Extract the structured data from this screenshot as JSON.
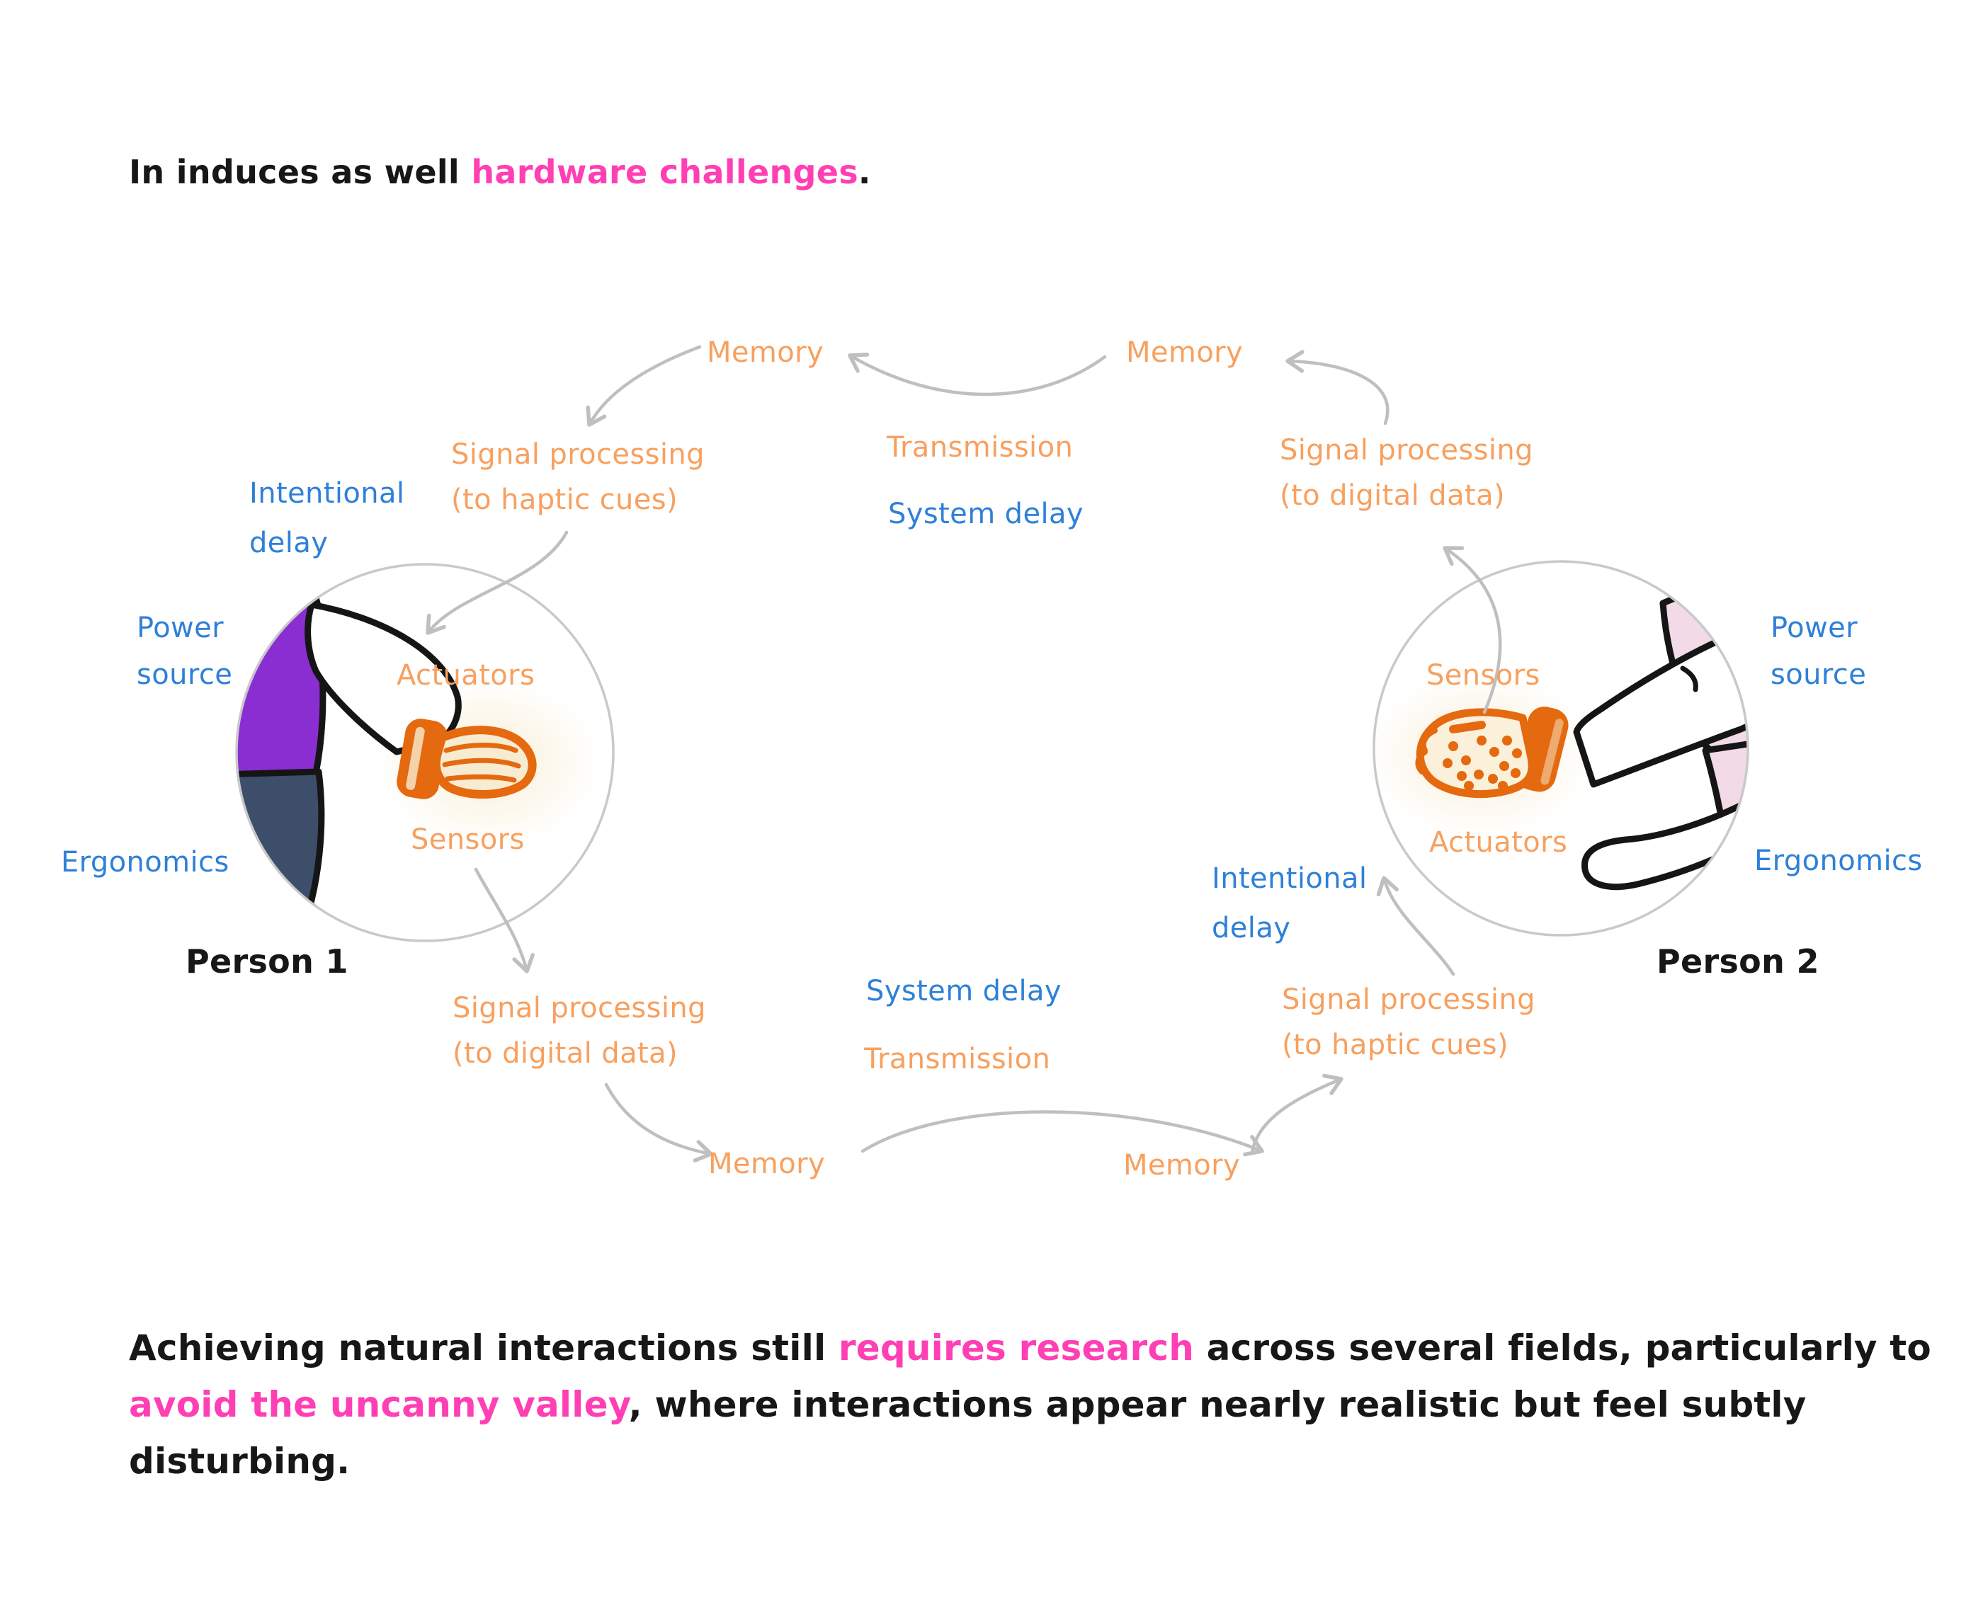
{
  "title": {
    "prefix": "In induces as well ",
    "highlight": "hardware challenges",
    "suffix": "."
  },
  "paragraph": {
    "line1_start": "Achieving natural interactions still ",
    "line1_highlight": "requires research",
    "line1_end": " across several fields, particularly to",
    "line2_highlight": "avoid the uncanny valley",
    "line2_end": ", where interactions appear nearly realistic but feel subtly",
    "line3": "disturbing."
  },
  "diagram": {
    "top": {
      "memory_left": "Memory",
      "memory_right": "Memory",
      "transmission": "Transmission",
      "system_delay": "System delay",
      "sp_haptic_1": "Signal processing",
      "sp_haptic_2": "(to haptic cues)",
      "sp_digital_1": "Signal processing",
      "sp_digital_2": "(to digital data)"
    },
    "bottom": {
      "memory_left": "Memory",
      "memory_right": "Memory",
      "transmission": "Transmission",
      "system_delay": "System delay",
      "sp_digital_1": "Signal processing",
      "sp_digital_2": "(to digital data)",
      "sp_haptic_1": "Signal processing",
      "sp_haptic_2": "(to haptic cues)"
    },
    "person1": {
      "name": "Person 1",
      "actuators": "Actuators",
      "sensors": "Sensors",
      "power_1": "Power",
      "power_2": "source",
      "ergonomics": "Ergonomics",
      "intentional_1": "Intentional",
      "intentional_2": "delay"
    },
    "person2": {
      "name": "Person 2",
      "sensors": "Sensors",
      "actuators": "Actuators",
      "power_1": "Power",
      "power_2": "source",
      "ergonomics": "Ergonomics",
      "intentional_1": "Intentional",
      "intentional_2": "delay"
    }
  },
  "colors": {
    "label_orange": "#F7A05F",
    "label_blue": "#2E80D8",
    "highlight_pink": "#FF3FB4",
    "text_black": "#171717",
    "arrow_gray": "#BFBFBF",
    "circle_gray": "#C9C9C9",
    "glove_orange": "#E5690E",
    "glove_cream": "#F7ECD2",
    "shirt_purple": "#8B2ED1",
    "pants_navy": "#3D4E6B",
    "sleeve_pink": "#F2DAE6"
  }
}
